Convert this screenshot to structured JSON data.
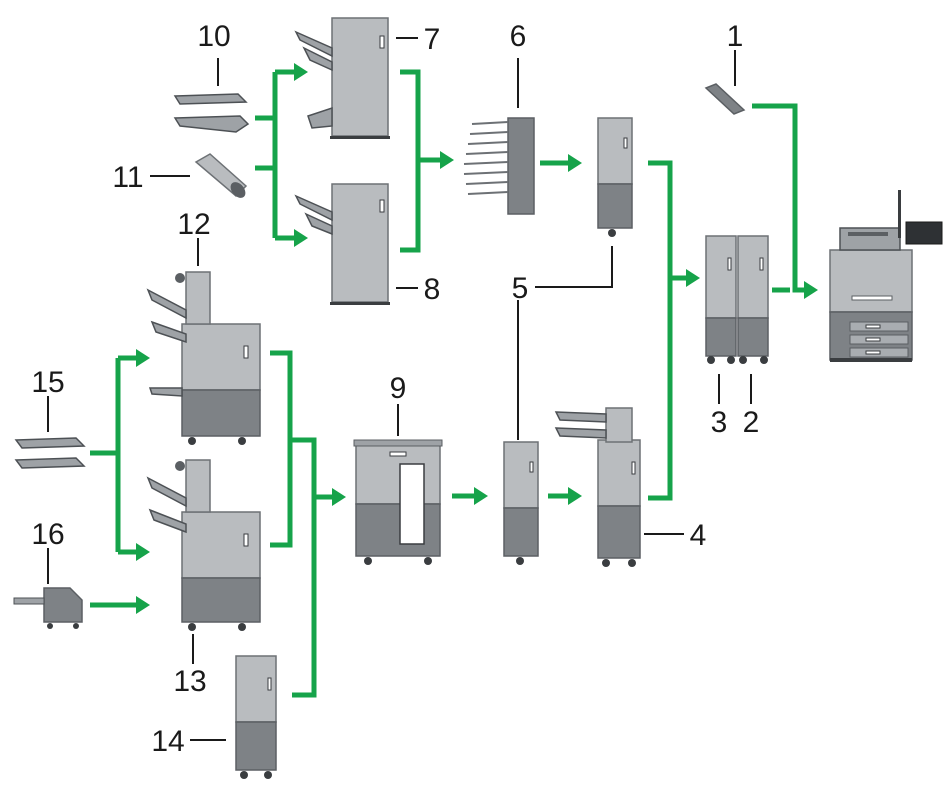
{
  "labels": {
    "n1": "1",
    "n2": "2",
    "n3": "3",
    "n4": "4",
    "n5a": "5",
    "n5b": "5",
    "n6": "6",
    "n7": "7",
    "n8": "8",
    "n9": "9",
    "n10": "10",
    "n11": "11",
    "n12": "12",
    "n13": "13",
    "n14": "14",
    "n15": "15",
    "n16": "16"
  },
  "colors": {
    "flow": "#16a34a",
    "unit_light": "#b9bcbf",
    "unit_dark": "#7e8286",
    "outline": "#6d7175"
  }
}
